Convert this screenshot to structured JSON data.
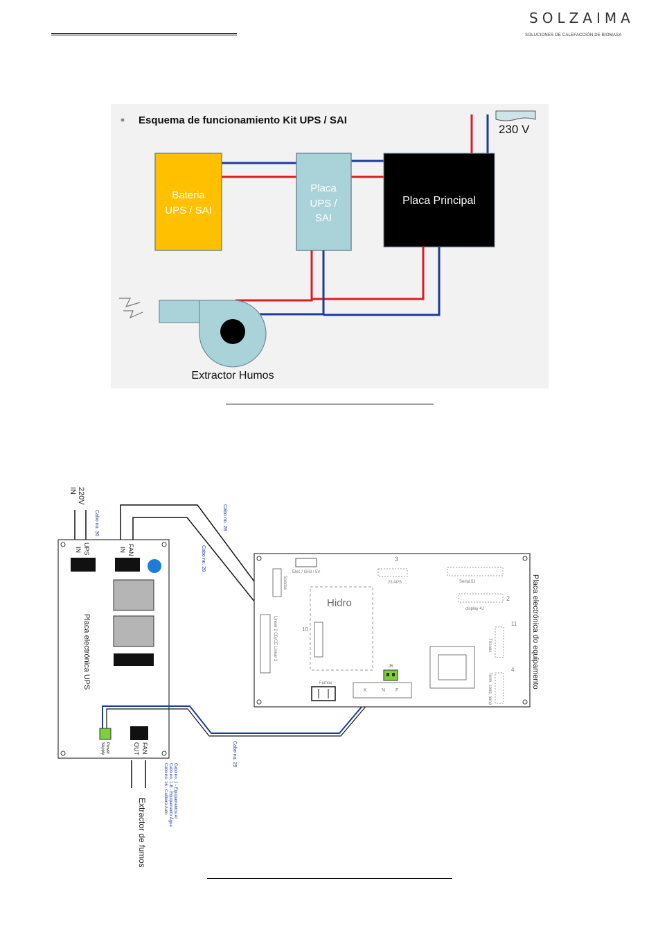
{
  "header": {
    "logo": "SOLZAIMA",
    "logo_subtitle": "SOLUCIONES DE CALEFACCIÓN DE BIOMASA"
  },
  "diagram1": {
    "title": "Esquema de funcionamiento Kit UPS / SAI",
    "voltage": "230 V",
    "battery": [
      "Bateria",
      "UPS / SAI"
    ],
    "ups_board": [
      "Placa",
      "UPS /",
      "SAI"
    ],
    "main_board": "Placa Principal",
    "extractor": "Extractor Humos",
    "colors": {
      "red": "#e01b22",
      "blue": "#1a3b9c",
      "battery": "#ffc000",
      "ups": "#a9d3d8",
      "main": "#000000"
    }
  },
  "diagram2": {
    "in_220v": [
      "IN",
      "220V"
    ],
    "cable_30": "Cabo no. 30",
    "ups_in": [
      "UPS",
      "IN"
    ],
    "fan_in": [
      "FAN",
      "IN"
    ],
    "cable_28_a": "Cabo no. 28",
    "cable_28_b": "Cabo no. 28",
    "ups_board_label": "Placa electrónica UPS",
    "power_supply": [
      "Power",
      "Supply"
    ],
    "fan_out": [
      "FAN",
      "OUT"
    ],
    "cable_29": "Cabo no. 29",
    "cable_notes": [
      "Cabo no. 1 - Equipamentos Ar",
      "Cabo no. 1-B - Equipamento Água",
      "Cabo no. 16 - Caldeira Auto."
    ],
    "extractor": "Extractor de fumos",
    "main_board_label": "Placa electrónica do equipamento",
    "hidro": "Hidro",
    "pin_labels": {
      "p3": "3",
      "p2": "2",
      "p11": "11",
      "p4": "4",
      "p10": "10",
      "grid": "Elec / Grid / 5V",
      "aps": "23 APS",
      "serial": "Serial 5J",
      "display": "display 4J",
      "j5": "J5",
      "k": "K",
      "n": "N",
      "f": "F",
      "fumos": "Fumos",
      "sondas": "Sondas",
      "term": "Term. cond. temp",
      "coil": "Linear 2 CD/CE Linear 2",
      "tscons": "TScons"
    }
  }
}
